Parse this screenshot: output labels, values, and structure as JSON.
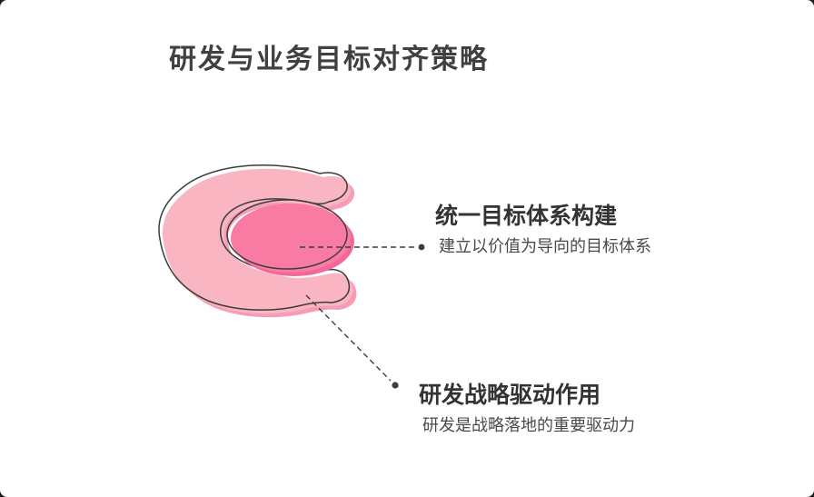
{
  "title": "研发与业务目标对齐策略",
  "callouts": [
    {
      "title": "统一目标体系构建",
      "description": "建立以价值为导向的目标体系"
    },
    {
      "title": "研发战略驱动作用",
      "description": "研发是战略落地的重要驱动力"
    }
  ],
  "colors": {
    "background": "#FFFFFF",
    "c_shape_fill": "#FAB5C3",
    "c_shape_shadow": "#F69DB6",
    "ellipse_fill": "#F97BA4",
    "ellipse_shadow": "#F2689B",
    "ink": "#3C3C3C"
  }
}
